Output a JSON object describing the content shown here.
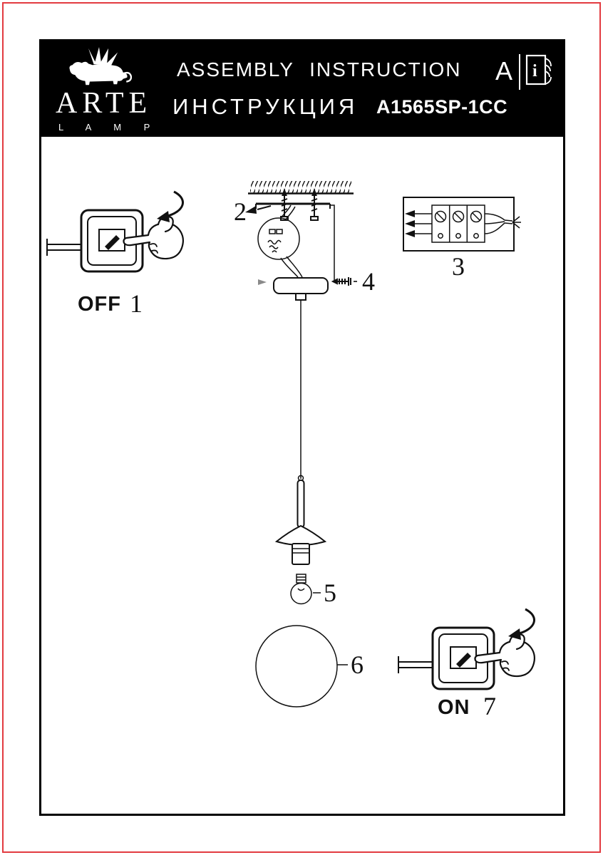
{
  "colors": {
    "accent_border": "#e23a40",
    "header_bg": "#000000",
    "ink": "#111111"
  },
  "header": {
    "brand": {
      "name": "ARTE",
      "subname": "L A M P"
    },
    "title_en": "ASSEMBLY INSTRUCTION",
    "title_ru": "ИНСТРУКЦИЯ",
    "model": "A1565SP-1CC",
    "revision": "A",
    "booklet_letter": "i"
  },
  "diagram": {
    "off_label": "OFF",
    "on_label": "ON",
    "steps": [
      "1",
      "2",
      "3",
      "4",
      "5",
      "6",
      "7"
    ]
  },
  "icons": {
    "logo": "winged-lion-logo",
    "manual": "booklet-info-icon",
    "hands": "pointing-hand-icon",
    "motion": "curved-arrow-icon"
  }
}
